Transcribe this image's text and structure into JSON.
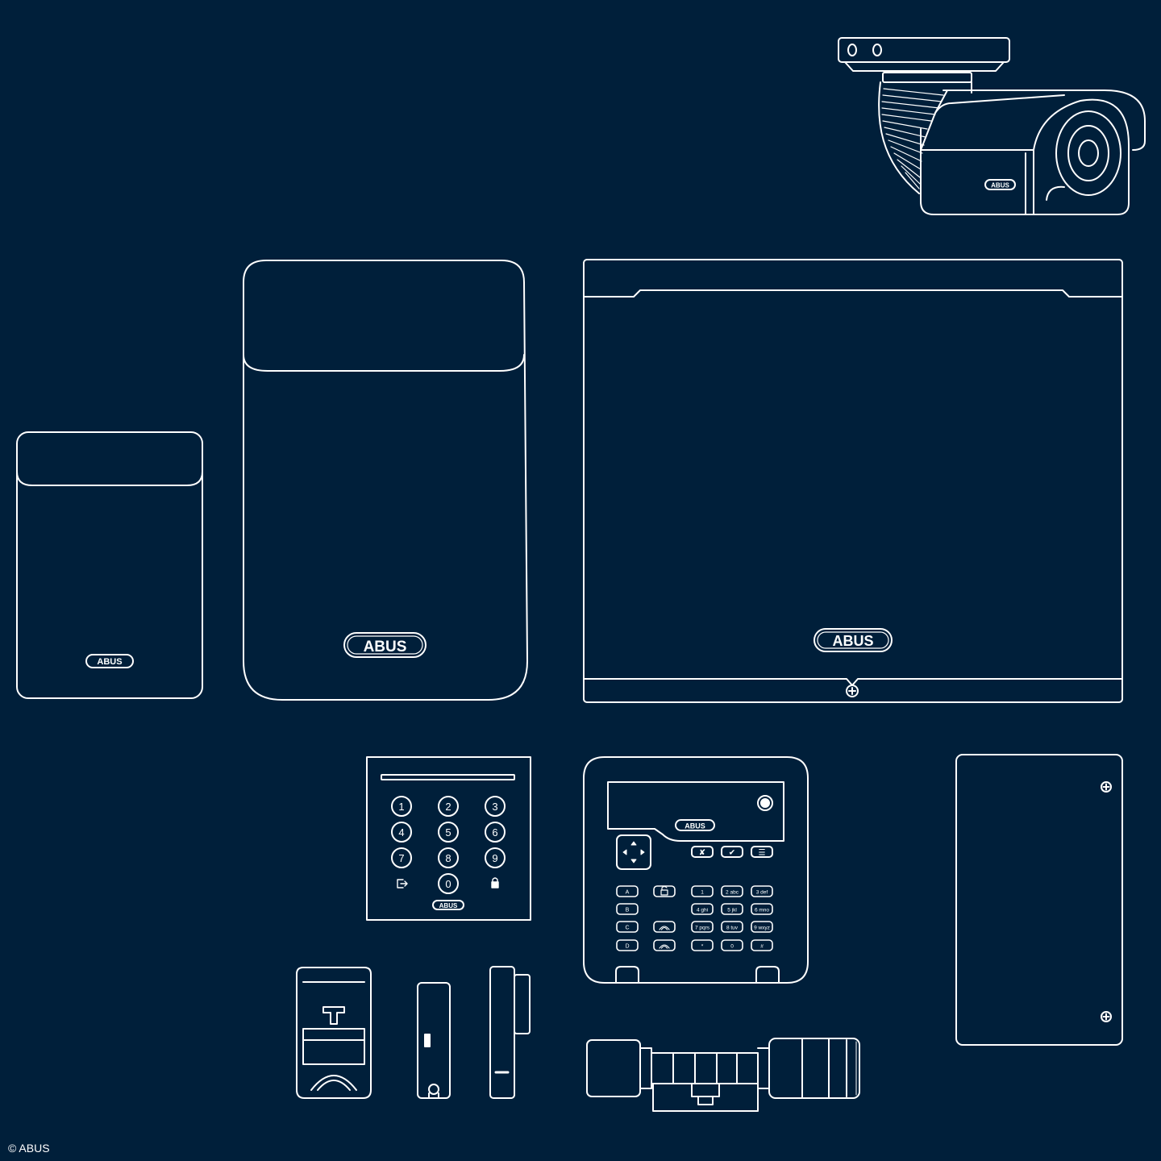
{
  "brand": "ABUS",
  "copyright": "© ABUS",
  "colors": {
    "background": "#001f3a",
    "line": "#ffffff"
  },
  "keypad_small": {
    "keys": [
      "1",
      "2",
      "3",
      "4",
      "5",
      "6",
      "7",
      "8",
      "9",
      "0"
    ]
  },
  "control_keypad": {
    "function_keys": [
      "✘",
      "✔",
      "☰"
    ],
    "letter_keys": [
      "A",
      "B",
      "C",
      "D"
    ],
    "number_keys": [
      "1",
      "2 abc",
      "3 def",
      "4 ghi",
      "5 jkl",
      "6 mno",
      "7 pqrs",
      "8 tuv",
      "9 wxyz",
      "*",
      "0",
      "#"
    ]
  },
  "devices": [
    "bullet-camera",
    "outdoor-siren-small",
    "outdoor-siren-large",
    "alarm-control-panel",
    "code-keypad",
    "control-keypad",
    "power-supply-box",
    "motion-detector",
    "opening-detector",
    "door-contact",
    "digital-lock-cylinder"
  ],
  "icons": [
    "exit-icon",
    "lock-icon",
    "navigation-arrows-icon",
    "rfid-icon",
    "screw-icon",
    "led-icon"
  ]
}
